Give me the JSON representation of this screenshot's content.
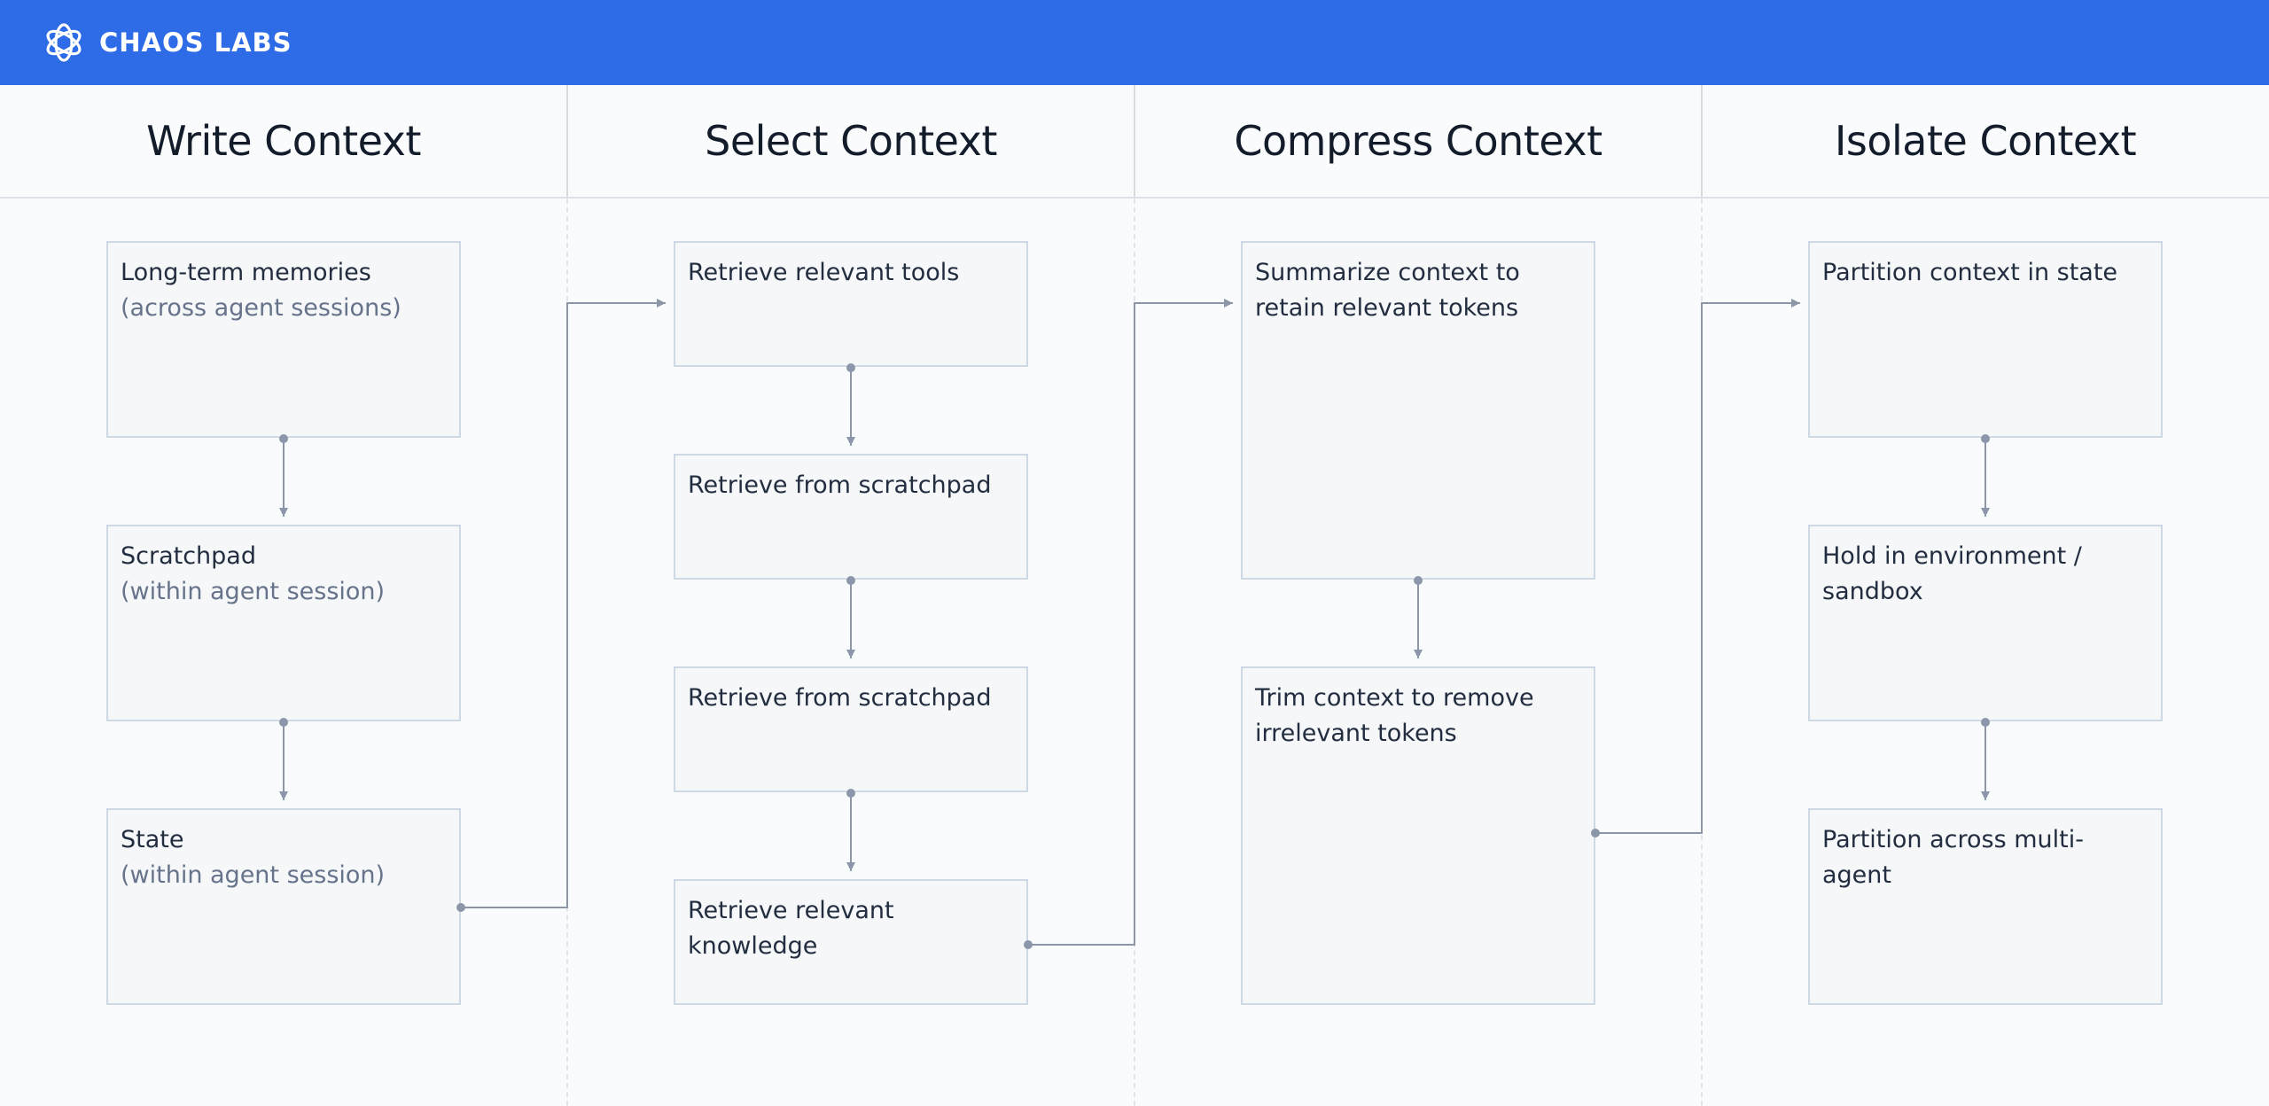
{
  "brand": {
    "name": "CHAOS LABS",
    "logo_icon": "atom-logo-icon",
    "bar_color": "#2e6be6"
  },
  "columns": [
    {
      "title": "Write Context",
      "cards": [
        {
          "lines": [
            "Long-term memories"
          ],
          "sub": "(across agent sessions)"
        },
        {
          "lines": [
            "Scratchpad"
          ],
          "sub": "(within agent session)"
        },
        {
          "lines": [
            "State"
          ],
          "sub": "(within agent session)"
        }
      ]
    },
    {
      "title": "Select Context",
      "cards": [
        {
          "lines": [
            "Retrieve relevant tools"
          ]
        },
        {
          "lines": [
            "Retrieve from scratchpad"
          ]
        },
        {
          "lines": [
            "Retrieve from scratchpad"
          ]
        },
        {
          "lines": [
            "Retrieve relevant",
            "knowledge"
          ]
        }
      ]
    },
    {
      "title": "Compress Context",
      "cards": [
        {
          "lines": [
            "Summarize context to",
            "retain relevant tokens"
          ]
        },
        {
          "lines": [
            "Trim context to remove",
            "irrelevant tokens"
          ]
        }
      ]
    },
    {
      "title": "Isolate Context",
      "cards": [
        {
          "lines": [
            "Partition context in state"
          ]
        },
        {
          "lines": [
            "Hold in environment /",
            "sandbox"
          ]
        },
        {
          "lines": [
            "Partition across multi-",
            "agent"
          ]
        }
      ]
    }
  ]
}
